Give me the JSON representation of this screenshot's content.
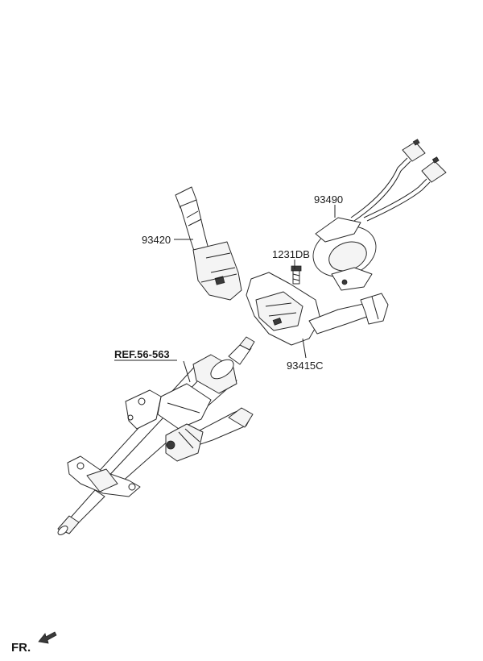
{
  "labels": {
    "combination_switch_left": "93420",
    "clock_spring": "93490",
    "bolt": "1231DB",
    "switch_body": "93415C",
    "reference": "REF.56-563"
  },
  "front_marker": {
    "text": "FR.",
    "icon": "front-arrow-icon"
  }
}
